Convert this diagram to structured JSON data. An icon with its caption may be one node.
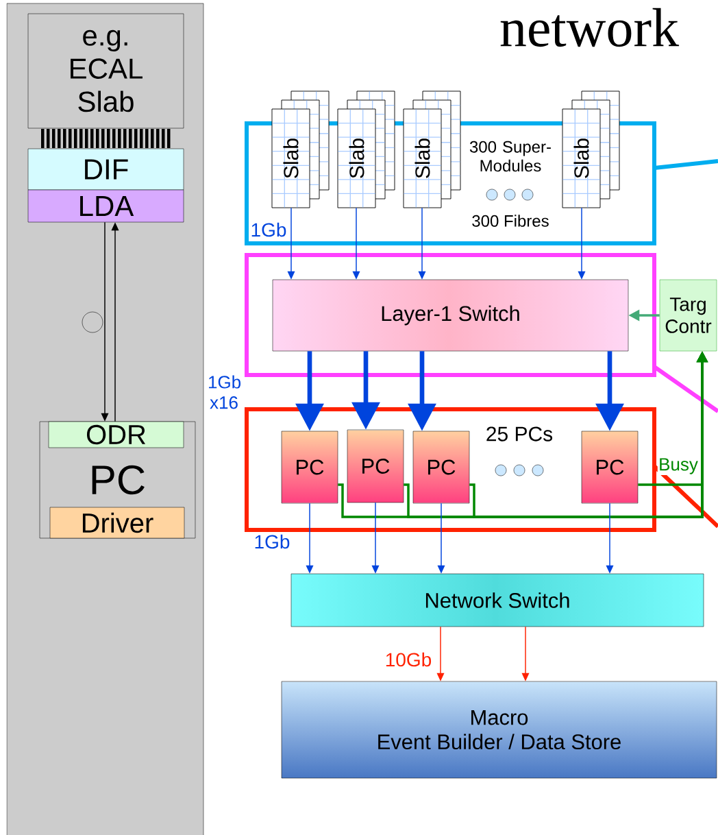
{
  "diagram": {
    "title": "network",
    "nodes": [
      {
        "text": [
          "e.g. ECAL Slab"
        ]
      },
      {
        "text": [
          "DIF"
        ]
      },
      {
        "text": [
          "LDA"
        ]
      },
      {
        "text": [
          "PC"
        ]
      },
      {
        "text": [
          "ODR"
        ],
        "in": 3
      },
      {
        "text": [
          "Driver"
        ],
        "in": 3
      },
      {
        "text": [
          "Slab"
        ]
      },
      {
        "text": [
          "Slab"
        ]
      },
      {
        "text": [
          "Slab"
        ]
      },
      {
        "text": [
          "Slab"
        ]
      },
      {
        "text": [
          "Layer-1 Switch"
        ]
      },
      {
        "text": [
          "Targ Contr"
        ]
      },
      {
        "text": [
          "PC"
        ]
      },
      {
        "text": [
          "PC"
        ]
      },
      {
        "text": [
          "PC"
        ]
      },
      {
        "text": [
          "PC"
        ]
      },
      {
        "text": [
          "Network Switch"
        ]
      },
      {
        "text": [
          "Macro",
          "Event Builder / Data Store"
        ]
      }
    ],
    "edges": [
      {
        "from": 2,
        "to": 4,
        "arrow": "to",
        "color": "#000000"
      },
      {
        "from": 4,
        "to": 2,
        "arrow": "to",
        "color": "#000000"
      },
      {
        "from": 6,
        "to": 10,
        "arrow": "to",
        "label": "1Gb",
        "color": "#0044dd"
      },
      {
        "from": 7,
        "to": 10,
        "arrow": "to",
        "color": "#0044dd"
      },
      {
        "from": 8,
        "to": 10,
        "arrow": "to",
        "color": "#0044dd"
      },
      {
        "from": 9,
        "to": 10,
        "arrow": "to",
        "color": "#0044dd"
      },
      {
        "from": 10,
        "to": 12,
        "arrow": "to",
        "label": "1Gb x16",
        "style": "thick",
        "color": "#0044dd"
      },
      {
        "from": 10,
        "to": 13,
        "arrow": "to",
        "style": "thick",
        "color": "#0044dd"
      },
      {
        "from": 10,
        "to": 14,
        "arrow": "to",
        "style": "thick",
        "color": "#0044dd"
      },
      {
        "from": 10,
        "to": 15,
        "arrow": "to",
        "style": "thick",
        "color": "#0044dd"
      },
      {
        "from": 12,
        "to": 11,
        "arrow": "to",
        "style": "thick",
        "color": "#008800"
      },
      {
        "from": 13,
        "to": 11,
        "arrow": "to",
        "style": "thick",
        "color": "#008800"
      },
      {
        "from": 14,
        "to": 11,
        "arrow": "to",
        "style": "thick",
        "color": "#008800"
      },
      {
        "from": 15,
        "to": 11,
        "arrow": "to",
        "label": "Busy",
        "style": "thick",
        "color": "#008800"
      },
      {
        "from": 11,
        "to": 10,
        "arrow": "to",
        "style": "thick",
        "color": "#44aa77"
      },
      {
        "from": 12,
        "to": 16,
        "arrow": "to",
        "label": "1Gb",
        "color": "#0044dd"
      },
      {
        "from": 13,
        "to": 16,
        "arrow": "to",
        "color": "#0044dd"
      },
      {
        "from": 14,
        "to": 16,
        "arrow": "to",
        "color": "#0044dd"
      },
      {
        "from": 15,
        "to": 16,
        "arrow": "to",
        "color": "#0044dd"
      },
      {
        "from": 16,
        "to": 17,
        "arrow": "to",
        "label": "10Gb",
        "color": "#ff2200"
      },
      {
        "from": 16,
        "to": 17,
        "arrow": "to",
        "color": "#ff2200"
      }
    ],
    "labels": [
      "300 Super-Modules",
      "300 Fibres",
      "25 PCs"
    ]
  }
}
